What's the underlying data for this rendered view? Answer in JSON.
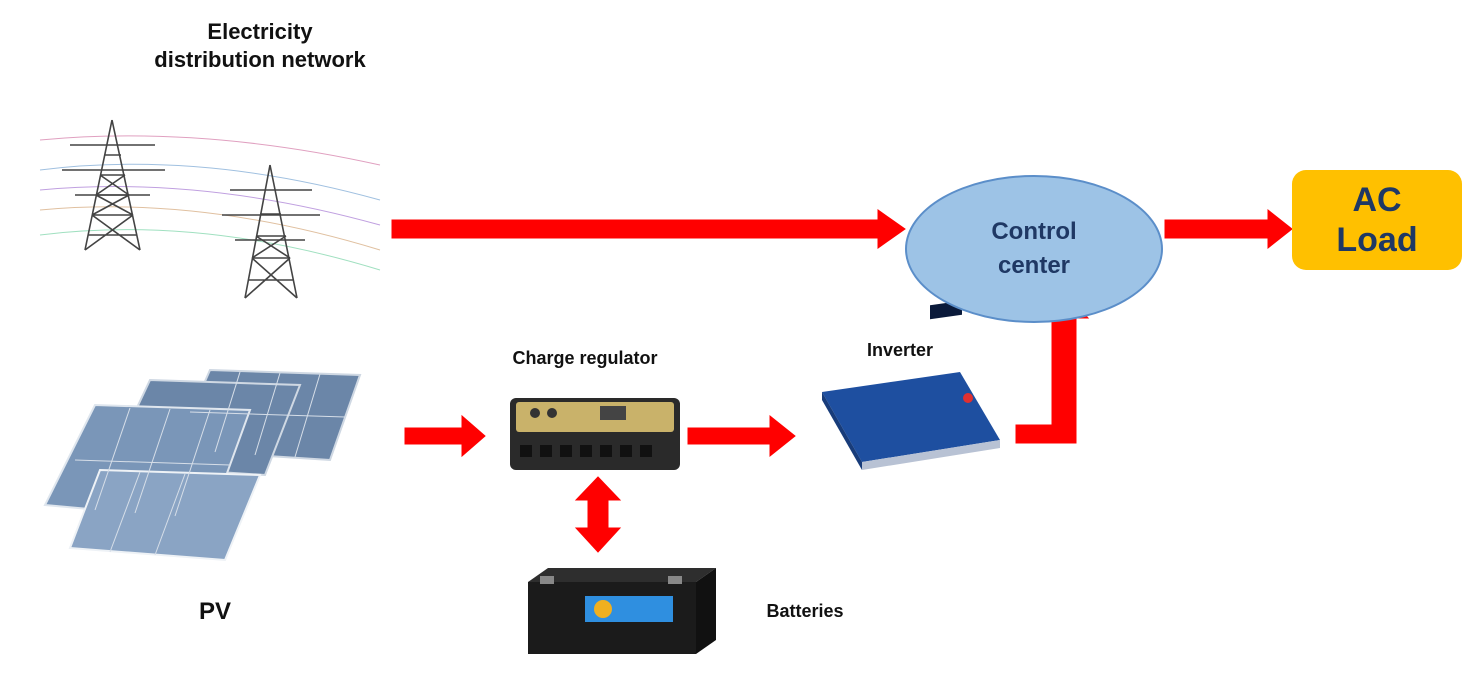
{
  "labels": {
    "grid_line1": "Electricity",
    "grid_line2": "distribution network",
    "pv": "PV",
    "charge_regulator": "Charge regulator",
    "inverter": "Inverter",
    "batteries": "Batteries"
  },
  "control_center": {
    "line1": "Control",
    "line2": "center"
  },
  "ac_load": {
    "line1": "AC",
    "line2": "Load"
  },
  "colors": {
    "arrow": "#ff0000",
    "control_fill": "#9dc3e6",
    "ac_load_fill": "#ffc000",
    "text_dark": "#1f3864"
  }
}
